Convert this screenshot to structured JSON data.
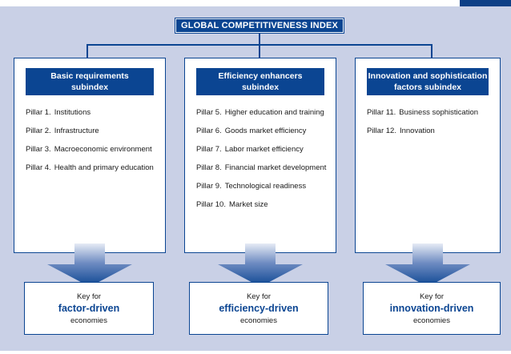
{
  "title": "GLOBAL COMPETITIVENESS INDEX",
  "colors": {
    "brand_blue": "#0b4592",
    "background": "#c9d0e6"
  },
  "columns": [
    {
      "heading_line1": "Basic requirements",
      "heading_line2": "subindex",
      "pillars": [
        {
          "num": "Pillar 1.",
          "text": "Institutions"
        },
        {
          "num": "Pillar 2.",
          "text": "Infrastructure"
        },
        {
          "num": "Pillar 3.",
          "text": "Macroeconomic environment"
        },
        {
          "num": "Pillar 4.",
          "text": "Health and primary education"
        }
      ],
      "key": {
        "line1": "Key for",
        "line2": "factor-driven",
        "line3": "economies"
      }
    },
    {
      "heading_line1": "Efficiency enhancers",
      "heading_line2": "subindex",
      "pillars": [
        {
          "num": "Pillar 5.",
          "text": "Higher education and training"
        },
        {
          "num": "Pillar 6.",
          "text": "Goods market efficiency"
        },
        {
          "num": "Pillar 7.",
          "text": "Labor market efficiency"
        },
        {
          "num": "Pillar 8.",
          "text": "Financial market development"
        },
        {
          "num": "Pillar 9.",
          "text": "Technological readiness"
        },
        {
          "num": "Pillar 10.",
          "text": "Market size"
        }
      ],
      "key": {
        "line1": "Key for",
        "line2": "efficiency-driven",
        "line3": "economies"
      }
    },
    {
      "heading_line1": "Innovation and sophistication",
      "heading_line2": "factors subindex",
      "pillars": [
        {
          "num": "Pillar 11.",
          "text": "Business sophistication"
        },
        {
          "num": "Pillar 12.",
          "text": "Innovation"
        }
      ],
      "key": {
        "line1": "Key for",
        "line2": "innovation-driven",
        "line3": "economies"
      }
    }
  ]
}
